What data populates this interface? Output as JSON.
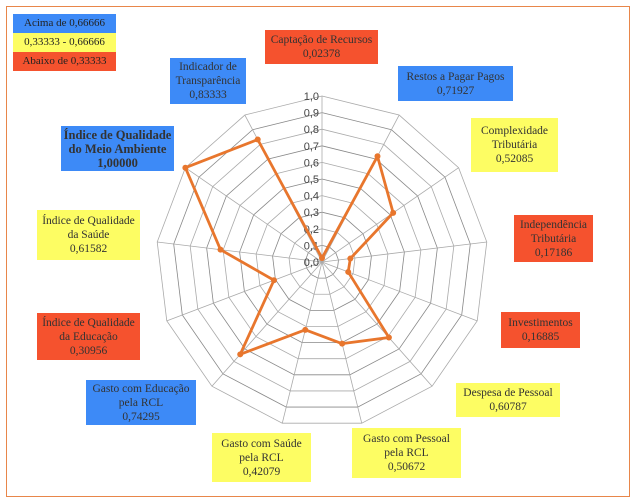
{
  "chart_data": {
    "type": "radar",
    "title": "",
    "rlim": [
      0,
      1.0
    ],
    "ticks": [
      "0,0",
      "0,1",
      "0,2",
      "0,3",
      "0,4",
      "0,5",
      "0,6",
      "0,7",
      "0,8",
      "0,9",
      "1,0"
    ],
    "legend": [
      {
        "label": "Acima de 0,66666",
        "color": "#3d8af7"
      },
      {
        "label": "0,33333 - 0,66666",
        "color": "#fdfd63"
      },
      {
        "label": "Abaixo de 0,33333",
        "color": "#f5522e"
      }
    ],
    "series_color": "#e8762d",
    "axes": [
      {
        "name": "Captação de Recursos",
        "label": "0,02378",
        "value": 0.02378,
        "cls": "red"
      },
      {
        "name": "Restos a Pagar Pagos",
        "label": "0,71927",
        "value": 0.71927,
        "cls": "blue"
      },
      {
        "name": "Complexidade Tributária",
        "label": "0,52085",
        "value": 0.52085,
        "cls": "yellow"
      },
      {
        "name": "Independência Tributária",
        "label": "0,17186",
        "value": 0.17186,
        "cls": "red"
      },
      {
        "name": "Investimentos",
        "label": "0,16885",
        "value": 0.16885,
        "cls": "red"
      },
      {
        "name": "Despesa de Pessoal",
        "label": "0,60787",
        "value": 0.60787,
        "cls": "yellow"
      },
      {
        "name": "Gasto com Pessoal pela RCL",
        "label": "0,50672",
        "value": 0.50672,
        "cls": "yellow"
      },
      {
        "name": "Gasto com Saúde pela RCL",
        "label": "0,42079",
        "value": 0.42079,
        "cls": "yellow"
      },
      {
        "name": "Gasto com Educação pela RCL",
        "label": "0,74295",
        "value": 0.74295,
        "cls": "blue"
      },
      {
        "name": "Índice de Qualidade da Educação",
        "label": "0,30956",
        "value": 0.30956,
        "cls": "red"
      },
      {
        "name": "Índice de Qualidade da Saúde",
        "label": "0,61582",
        "value": 0.61582,
        "cls": "yellow"
      },
      {
        "name": "Índice de Qualidade do Meio Ambiente",
        "label": "1,00000",
        "value": 1.0,
        "cls": "blue"
      },
      {
        "name": "Indicador de Transparência",
        "label": "0,83333",
        "value": 0.83333,
        "cls": "blue"
      }
    ]
  }
}
